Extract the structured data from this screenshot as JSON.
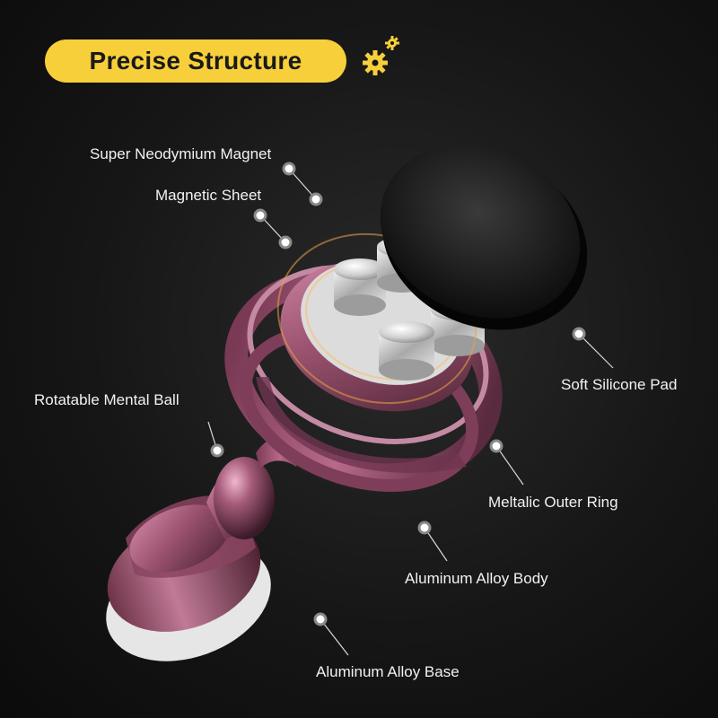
{
  "title": "Precise Structure",
  "colors": {
    "accent": "#f7cf3a",
    "metal": "#a65c78",
    "background": "#161616"
  },
  "labels": {
    "super_magnet": "Super Neodymium Magnet",
    "magnetic_sheet": "Magnetic Sheet",
    "rotatable_ball": "Rotatable Mental Ball",
    "silicone_pad": "Soft Silicone Pad",
    "outer_ring": "Meltalic Outer Ring",
    "alloy_body": "Aluminum Alloy Body",
    "alloy_base": "Aluminum Alloy Base"
  }
}
